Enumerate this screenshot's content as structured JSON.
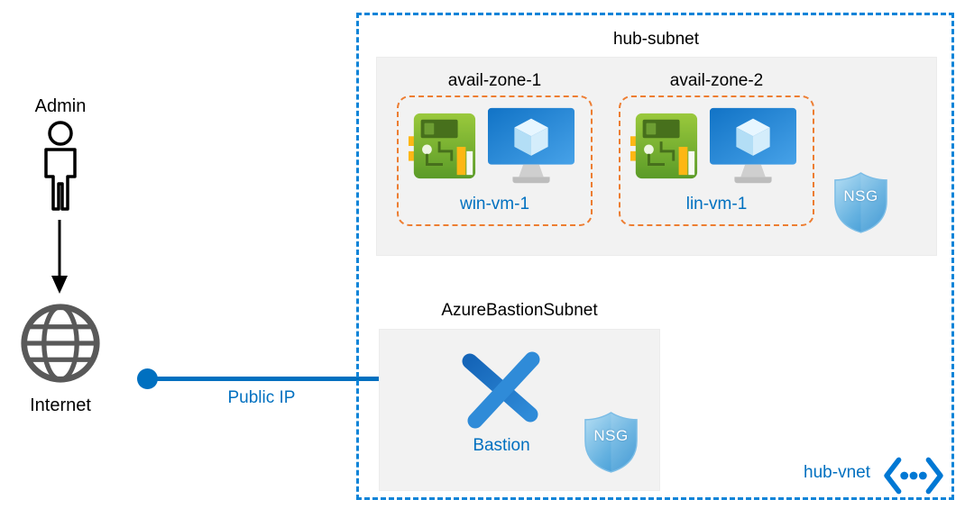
{
  "labels": {
    "admin": "Admin",
    "internet": "Internet",
    "public_ip": "Public IP",
    "hub_subnet": "hub-subnet",
    "avail_zone_1": "avail-zone-1",
    "avail_zone_2": "avail-zone-2",
    "win_vm": "win-vm-1",
    "lin_vm": "lin-vm-1",
    "nsg_hub": "NSG",
    "nsg_bastion": "NSG",
    "bastion_subnet": "AzureBastionSubnet",
    "bastion": "Bastion",
    "hub_vnet": "hub-vnet"
  },
  "icons": {
    "person": "admin-person-icon",
    "down_arrow": "down-arrow-icon",
    "globe": "internet-globe-icon",
    "nic": "network-interface-icon",
    "vm": "virtual-machine-icon",
    "nsg_shield": "nsg-shield-icon",
    "bastion": "bastion-icon",
    "vnet": "virtual-network-icon"
  },
  "colors": {
    "vnet_border": "#0f84d8",
    "zone_border": "#ed7d31",
    "subnet_bg": "#f2f2f2",
    "accent_blue": "#0070c0",
    "globe_gray": "#595959",
    "nic_green": "#76b043",
    "vm_blue": "#1988d9",
    "shield_blue": "#2f8fd0"
  }
}
